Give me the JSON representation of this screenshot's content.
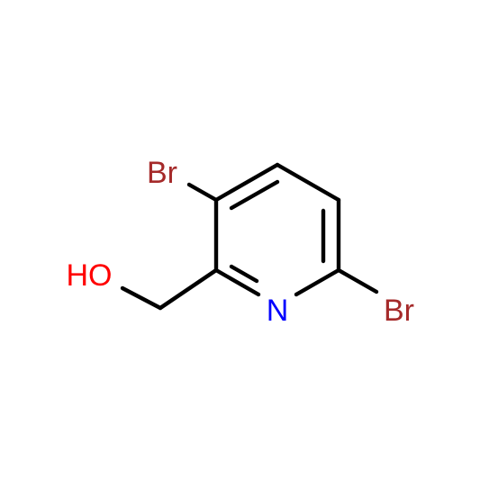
{
  "colors": {
    "background": "#ffffff",
    "bond": "#000000",
    "bromine": "#a52a2a",
    "nitrogen": "#0000ff",
    "oxygen": "#ff0000"
  },
  "atoms": {
    "bromine_top": "Br",
    "bromine_right": "Br",
    "nitrogen": "N",
    "hydroxyl": "HO"
  }
}
